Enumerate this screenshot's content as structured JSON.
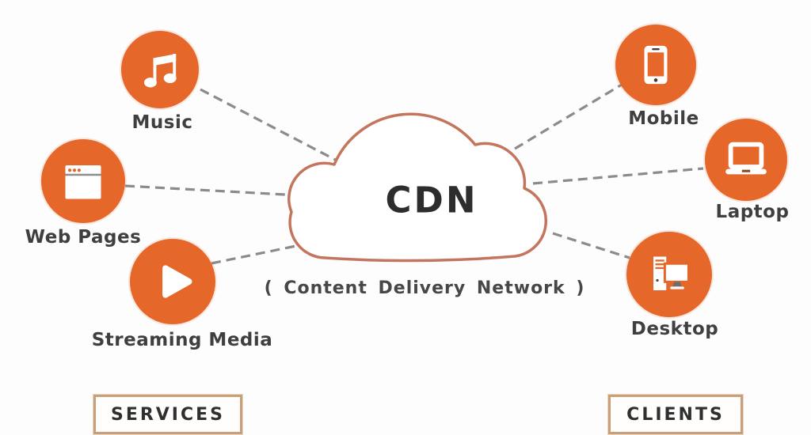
{
  "diagram": {
    "type": "network-architecture",
    "cloud": {
      "title": "CDN",
      "subtitle": "( Content Delivery Network )"
    },
    "groups": {
      "services_label": "SERVICES",
      "clients_label": "CLIENTS"
    },
    "services": [
      {
        "label": "Music",
        "icon": "music-note-icon"
      },
      {
        "label": "Web Pages",
        "icon": "browser-window-icon"
      },
      {
        "label": "Streaming Media",
        "icon": "play-icon"
      }
    ],
    "clients": [
      {
        "label": "Mobile",
        "icon": "smartphone-icon"
      },
      {
        "label": "Laptop",
        "icon": "laptop-icon"
      },
      {
        "label": "Desktop",
        "icon": "desktop-computer-icon"
      }
    ],
    "connections": [
      {
        "from": "Music",
        "to": "CDN"
      },
      {
        "from": "Web Pages",
        "to": "CDN"
      },
      {
        "from": "Streaming Media",
        "to": "CDN"
      },
      {
        "from": "CDN",
        "to": "Mobile"
      },
      {
        "from": "CDN",
        "to": "Laptop"
      },
      {
        "from": "CDN",
        "to": "Desktop"
      }
    ],
    "colors": {
      "node_orange": "#e5672a",
      "cloud_outline": "#c4755d",
      "connector_gray": "#8b8b8b",
      "label_dark": "#3f3f3f",
      "box_border_tan": "#c9a078",
      "background": "#fdfdfd"
    }
  }
}
